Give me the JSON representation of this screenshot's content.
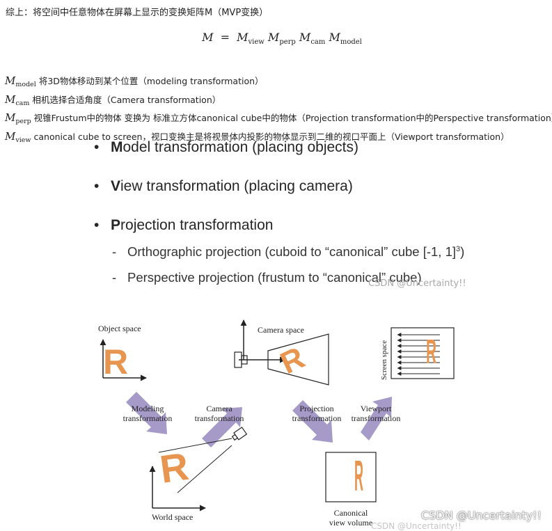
{
  "summary": {
    "text": "综上：将空间中任意物体在屏幕上显示的变换矩阵M（MVP变换）"
  },
  "equation": {
    "lhs": "M",
    "equals": "=",
    "terms": [
      {
        "base": "M",
        "sub": "view"
      },
      {
        "base": "M",
        "sub": "perp"
      },
      {
        "base": "M",
        "sub": "cam"
      },
      {
        "base": "M",
        "sub": "model"
      }
    ]
  },
  "definitions": [
    {
      "base": "M",
      "sub": "model",
      "text": "将3D物体移动到某个位置（modeling transformation）"
    },
    {
      "base": "M",
      "sub": "cam",
      "text": "相机选择合适角度（Camera transformation）"
    },
    {
      "base": "M",
      "sub": "perp",
      "text": "视锥Frustum中的物体 变换为 标准立方体canonical cube中的物体（Projection transformation中的Perspective transformation）"
    },
    {
      "base": "M",
      "sub": "view",
      "text": "canonical cube to screen，视口变换主是将视景体内投影的物体显示到二维的视口平面上（Viewport transformation）"
    }
  ],
  "slide": {
    "bullets": [
      {
        "initial": "M",
        "rest": "odel transformation (placing objects)"
      },
      {
        "initial": "V",
        "rest": "iew transformation (placing camera)"
      },
      {
        "initial": "P",
        "rest": "rojection transformation"
      }
    ],
    "subbullets": [
      {
        "text": "Orthographic projection (cuboid to “canonical” cube [-1, 1]",
        "sup": "3",
        "end": ")"
      },
      {
        "text": "Perspective projection (frustum to “canonical” cube)",
        "sup": "",
        "end": ""
      }
    ]
  },
  "diagram": {
    "labels": {
      "object_space": "Object space",
      "camera_space": "Camera space",
      "screen_space": "Screen space",
      "world_space": "World space",
      "canonical_1": "Canonical",
      "canonical_2": "view volume",
      "modeling_1": "Modeling",
      "modeling_2": "transformation",
      "camera_1": "Camera",
      "camera_2": "transformation",
      "projection_1": "Projection",
      "projection_2": "transformation",
      "viewport_1": "Viewport",
      "viewport_2": "transformation"
    },
    "glyph": "R",
    "colors": {
      "glyph": "#e8964f",
      "arrow": "#a59ac8",
      "line": "#222222"
    }
  },
  "watermarks": {
    "small": "CSDN @Uncertainty!!",
    "large": "CSDN @Uncertainty!!",
    "faint": "CSDN @Uncertainty!!"
  }
}
